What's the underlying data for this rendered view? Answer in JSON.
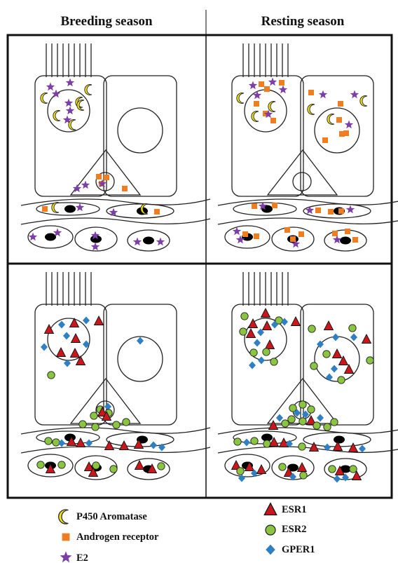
{
  "headers": {
    "left": "Breeding season",
    "right": "Resting season"
  },
  "legend": [
    {
      "symbol": "crescent",
      "label": "P450 Aromatase",
      "color": "#f2e21a"
    },
    {
      "symbol": "square",
      "label": "Androgen receptor",
      "color": "#ef7d22"
    },
    {
      "symbol": "star",
      "label": "E2",
      "color": "#7b3fa7"
    },
    {
      "symbol": "triangle",
      "label": "ESR1",
      "color": "#c8181e"
    },
    {
      "symbol": "circle",
      "label": "ESR2",
      "color": "#8ac441"
    },
    {
      "symbol": "diamond",
      "label": "GPER1",
      "color": "#2e7fc4"
    }
  ]
}
